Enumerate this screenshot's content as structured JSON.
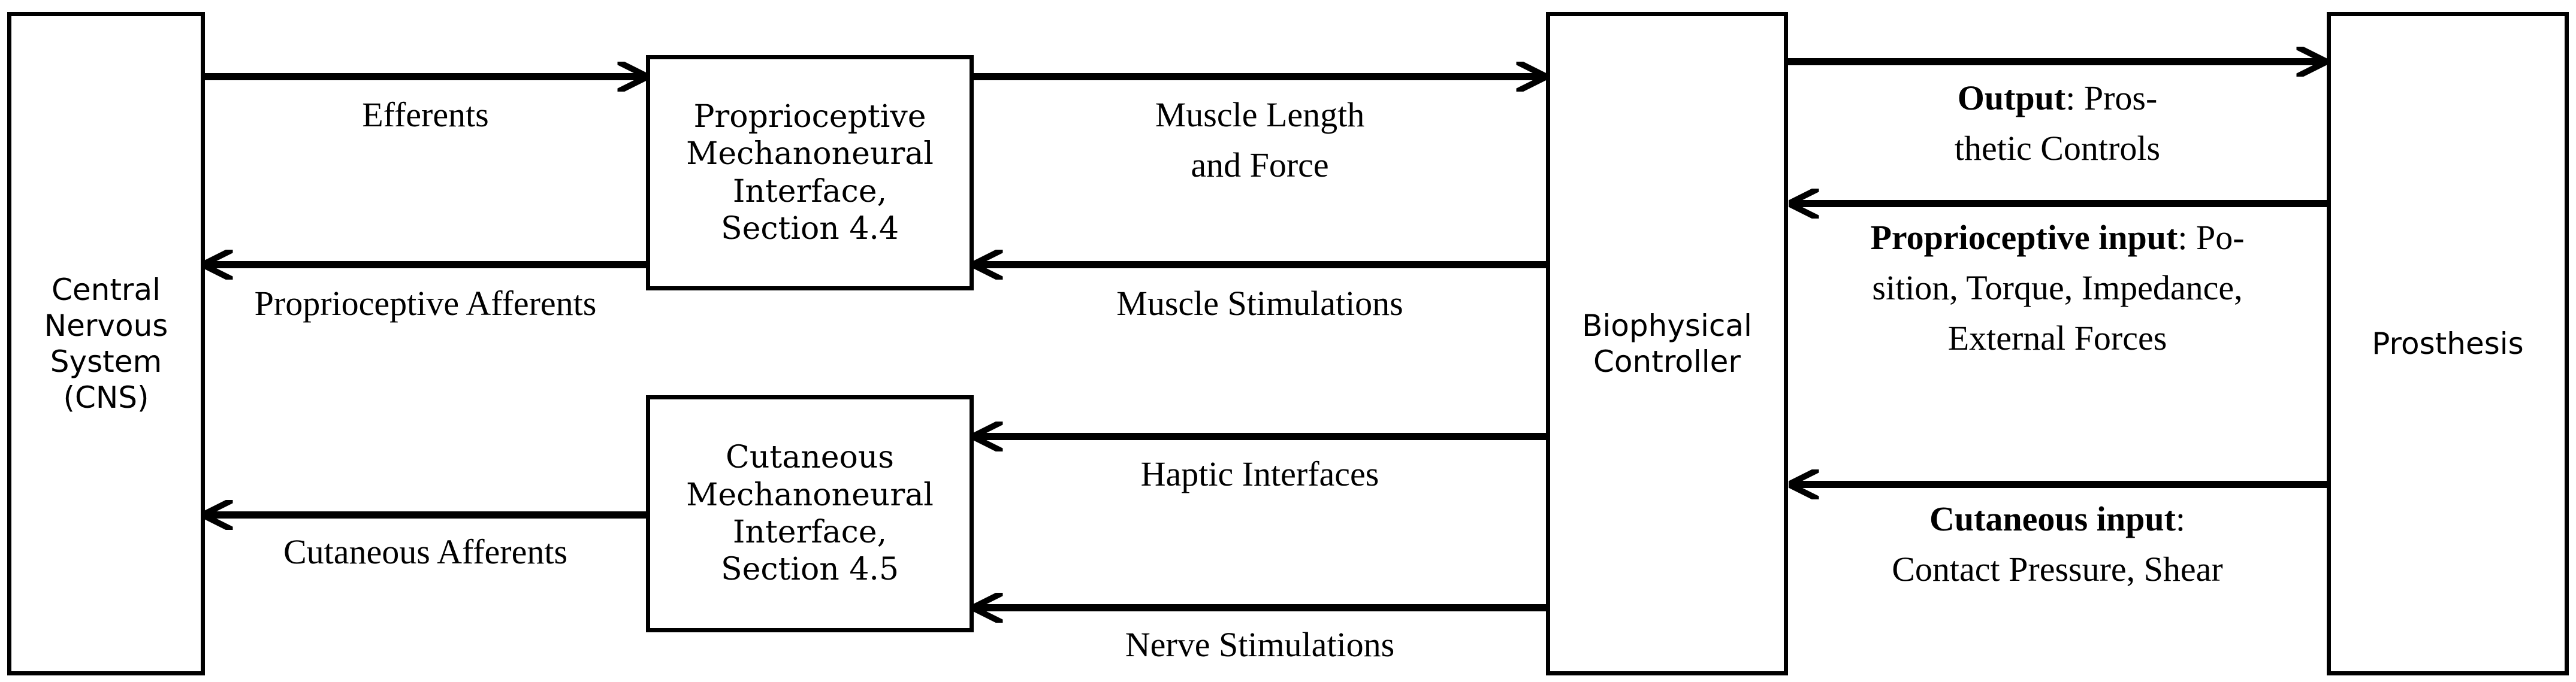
{
  "nodes": {
    "cns": "Central\nNervous\nSystem\n(CNS)",
    "proprioceptive_interface": "Proprioceptive\nMechanoneural\nInterface,\nSection 4.4",
    "cutaneous_interface": "Cutaneous\nMechanoneural\nInterface,\nSection 4.5",
    "controller": "Biophysical\nController",
    "prosthesis": "Prosthesis"
  },
  "edges": {
    "efferents": "Efferents",
    "proprioceptive_afferents": "Proprioceptive Afferents",
    "cutaneous_afferents": "Cutaneous Afferents",
    "muscle_length_line1": "Muscle Length",
    "muscle_length_line2": "and Force",
    "muscle_stimulations": "Muscle Stimulations",
    "haptic_interfaces": "Haptic Interfaces",
    "nerve_stimulations": "Nerve Stimulations",
    "output_bold": "Output",
    "output_line1_rest": ":  Pros-",
    "output_line2": "thetic Controls",
    "proprio_input_bold": "Proprioceptive input",
    "proprio_input_line1_rest": ":  Po-",
    "proprio_input_line2": "sition, Torque, Impedance,",
    "proprio_input_line3": "External Forces",
    "cutaneous_input_bold": "Cutaneous input",
    "cutaneous_input_line1_rest": ":",
    "cutaneous_input_line2": "Contact Pressure, Shear"
  }
}
